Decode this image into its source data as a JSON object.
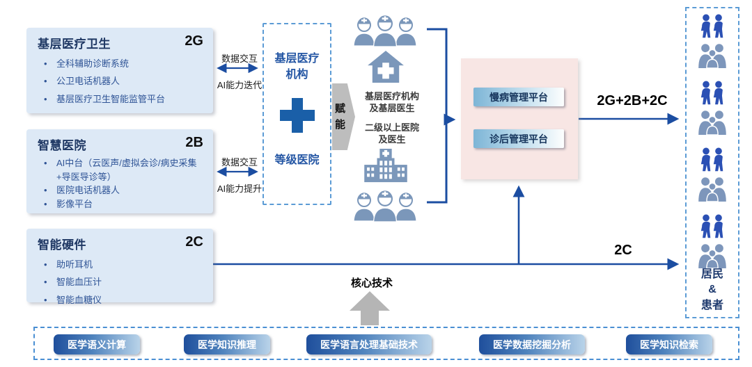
{
  "left_boxes": [
    {
      "title": "基层医疗卫生",
      "tag": "2G",
      "items": [
        "全科辅助诊断系统",
        "公卫电话机器人",
        "基层医疗卫生智能监管平台"
      ]
    },
    {
      "title": "智慧医院",
      "tag": "2B",
      "items": [
        "AI中台（云医声/虚拟会诊/病史采集+导医导诊等）",
        "医院电话机器人",
        "影像平台"
      ]
    },
    {
      "title": "智能硬件",
      "tag": "2C",
      "items": [
        "助听耳机",
        "智能血压计",
        "智能血糖仪"
      ]
    }
  ],
  "exchange_arrows": [
    {
      "top_label": "数据交互",
      "bottom_label": "AI能力迭代"
    },
    {
      "top_label": "数据交互",
      "bottom_label": "AI能力提升"
    }
  ],
  "middle_box": {
    "top_label": "基层医疗\n机构",
    "bottom_label": "等级医院"
  },
  "empower_label": "赋\n能",
  "center_cluster": {
    "group1_label": "基层医疗机构\n及基层医生",
    "group2_label": "二级以上医院\n及医生"
  },
  "platform_box": {
    "buttons": [
      "慢病管理平台",
      "诊后管理平台"
    ]
  },
  "flow_labels": {
    "combined": "2G+2B+2C",
    "consumer": "2C"
  },
  "core_tech": {
    "label": "核心技术"
  },
  "right_box": {
    "label": "居民\n&\n患者"
  },
  "bottom_bar": {
    "buttons": [
      "医学语义计算",
      "医学知识推理",
      "医学语言处理基础技术",
      "医学数据挖掘分析",
      "医学知识检索"
    ]
  },
  "icons": {
    "doctors": "medical-staff-group-icon",
    "clinic": "clinic-house-icon",
    "hospital": "hospital-building-icon",
    "pair": "caregiver-pair-icon",
    "family": "family-group-icon"
  },
  "colors": {
    "arrow_blue": "#1b4da1",
    "box_bg": "#dde9f6",
    "title_navy": "#1f3864",
    "bullet_blue": "#2f5496",
    "dashed_border": "#5b9bd5",
    "pink_bg": "#f8e6e4",
    "icon_slate": "#7b97ba",
    "icon_dark_blue": "#2b50b4",
    "gray_arrow": "#b5b5b5"
  }
}
